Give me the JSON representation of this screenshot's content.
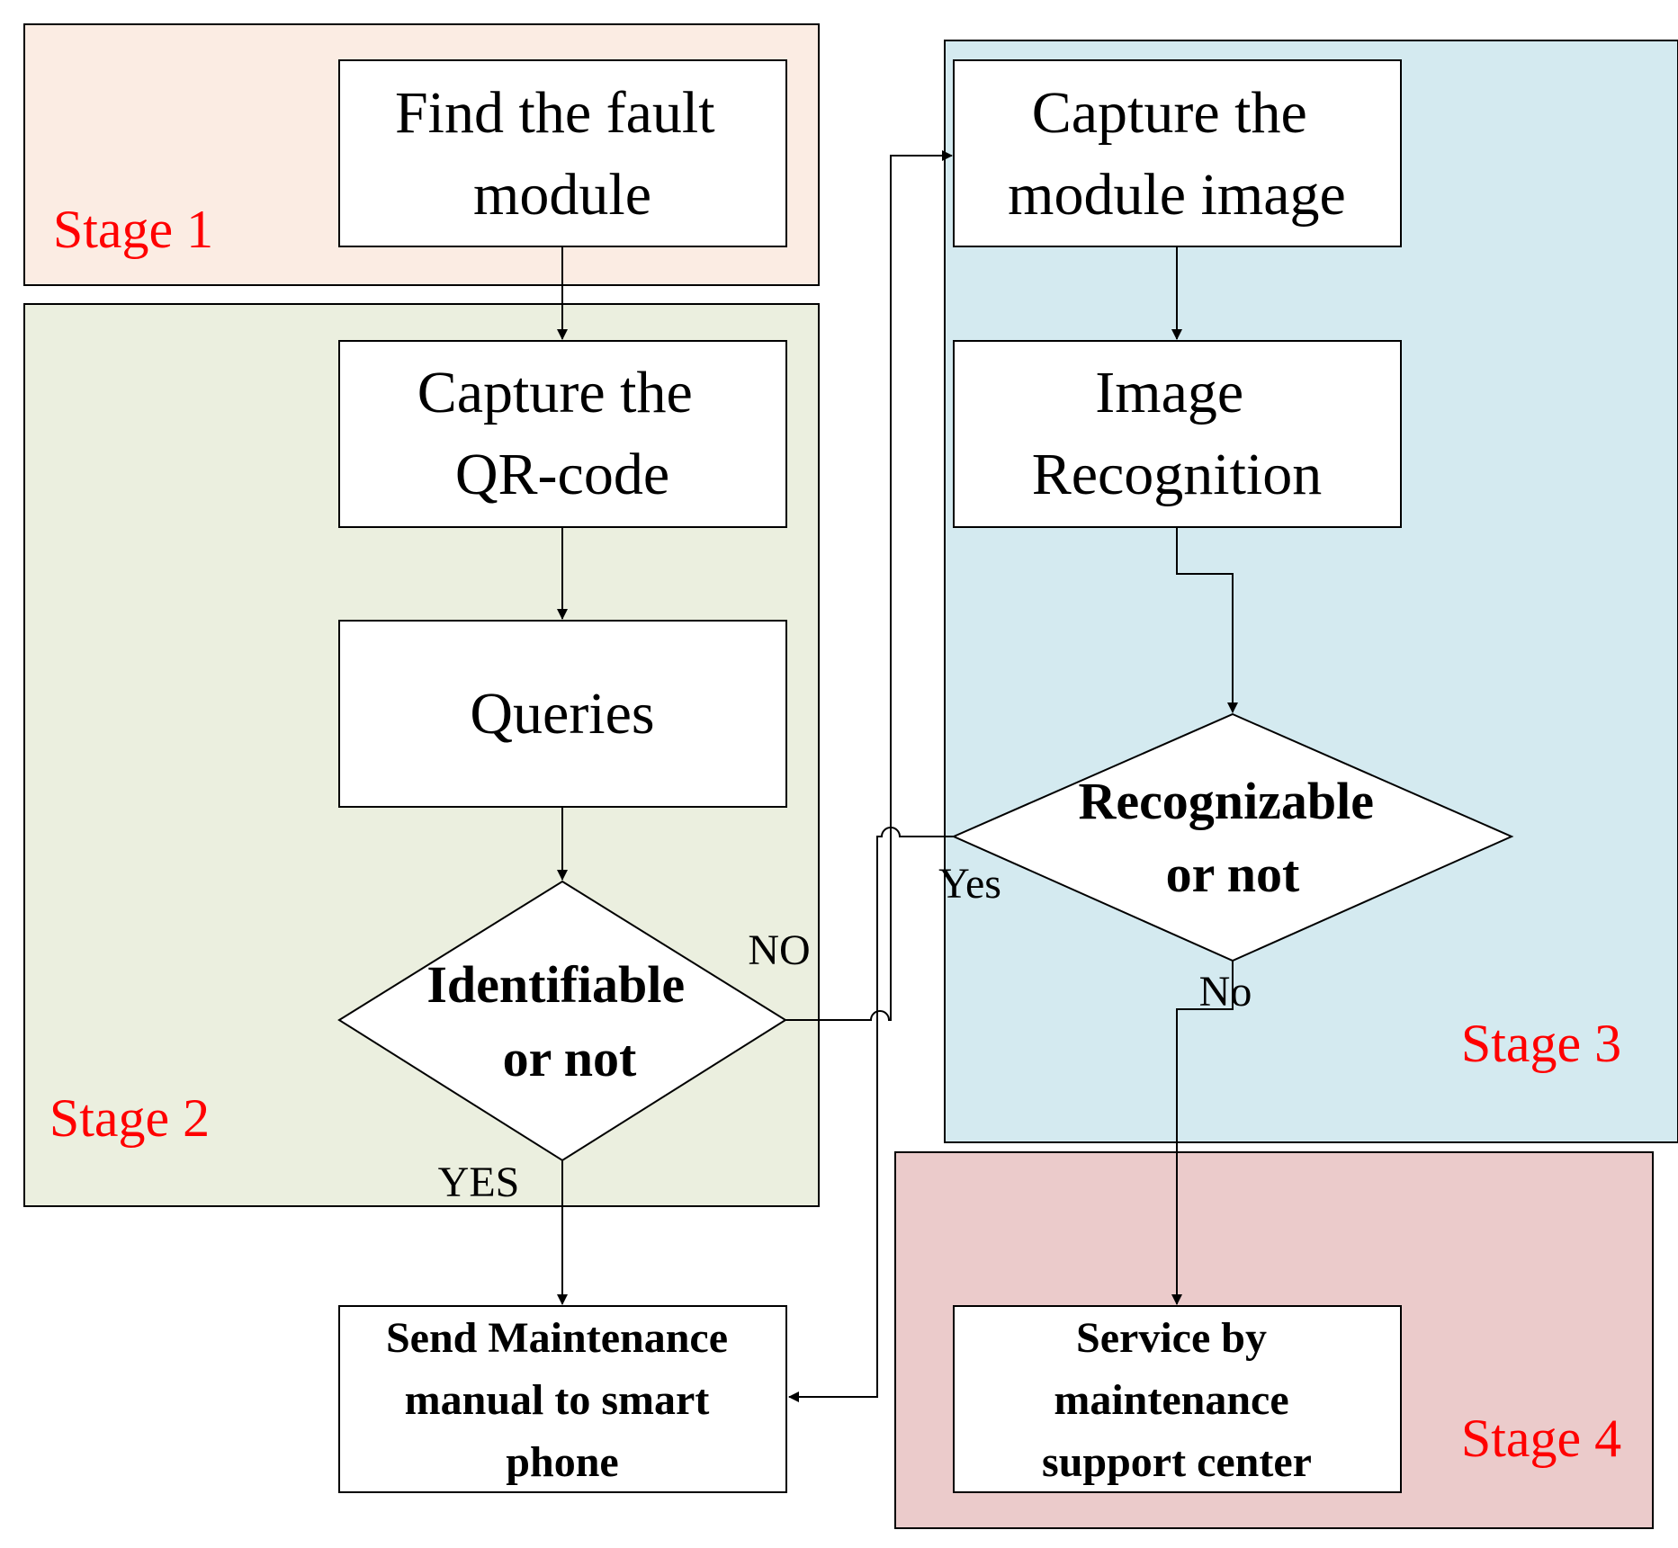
{
  "colors": {
    "stage_label": "#ff0000",
    "stage1_bg": "#fbece3",
    "stage2_bg": "#ebefdf",
    "stage3_bg": "#d4eaf0",
    "stage4_bg": "#ebcbcb"
  },
  "stages": {
    "stage1": "Stage 1",
    "stage2": "Stage 2",
    "stage3": "Stage 3",
    "stage4": "Stage 4"
  },
  "nodes": {
    "find_fault": [
      "Find the fault",
      "module"
    ],
    "capture_qr": [
      "Capture the",
      "QR-code"
    ],
    "queries": [
      "Queries"
    ],
    "identifiable": [
      "Identifiable",
      "or not"
    ],
    "send_manual": [
      "Send Maintenance",
      "manual to smart",
      "phone"
    ],
    "capture_image": [
      "Capture the",
      "module image"
    ],
    "image_recognition": [
      "Image",
      "Recognition"
    ],
    "recognizable": [
      "Recognizable",
      "or not"
    ],
    "service_center": [
      "Service by",
      "maintenance",
      "support center"
    ]
  },
  "edge_labels": {
    "identifiable_no": "NO",
    "identifiable_yes": "YES",
    "recognizable_yes": "Yes",
    "recognizable_no": "No"
  }
}
